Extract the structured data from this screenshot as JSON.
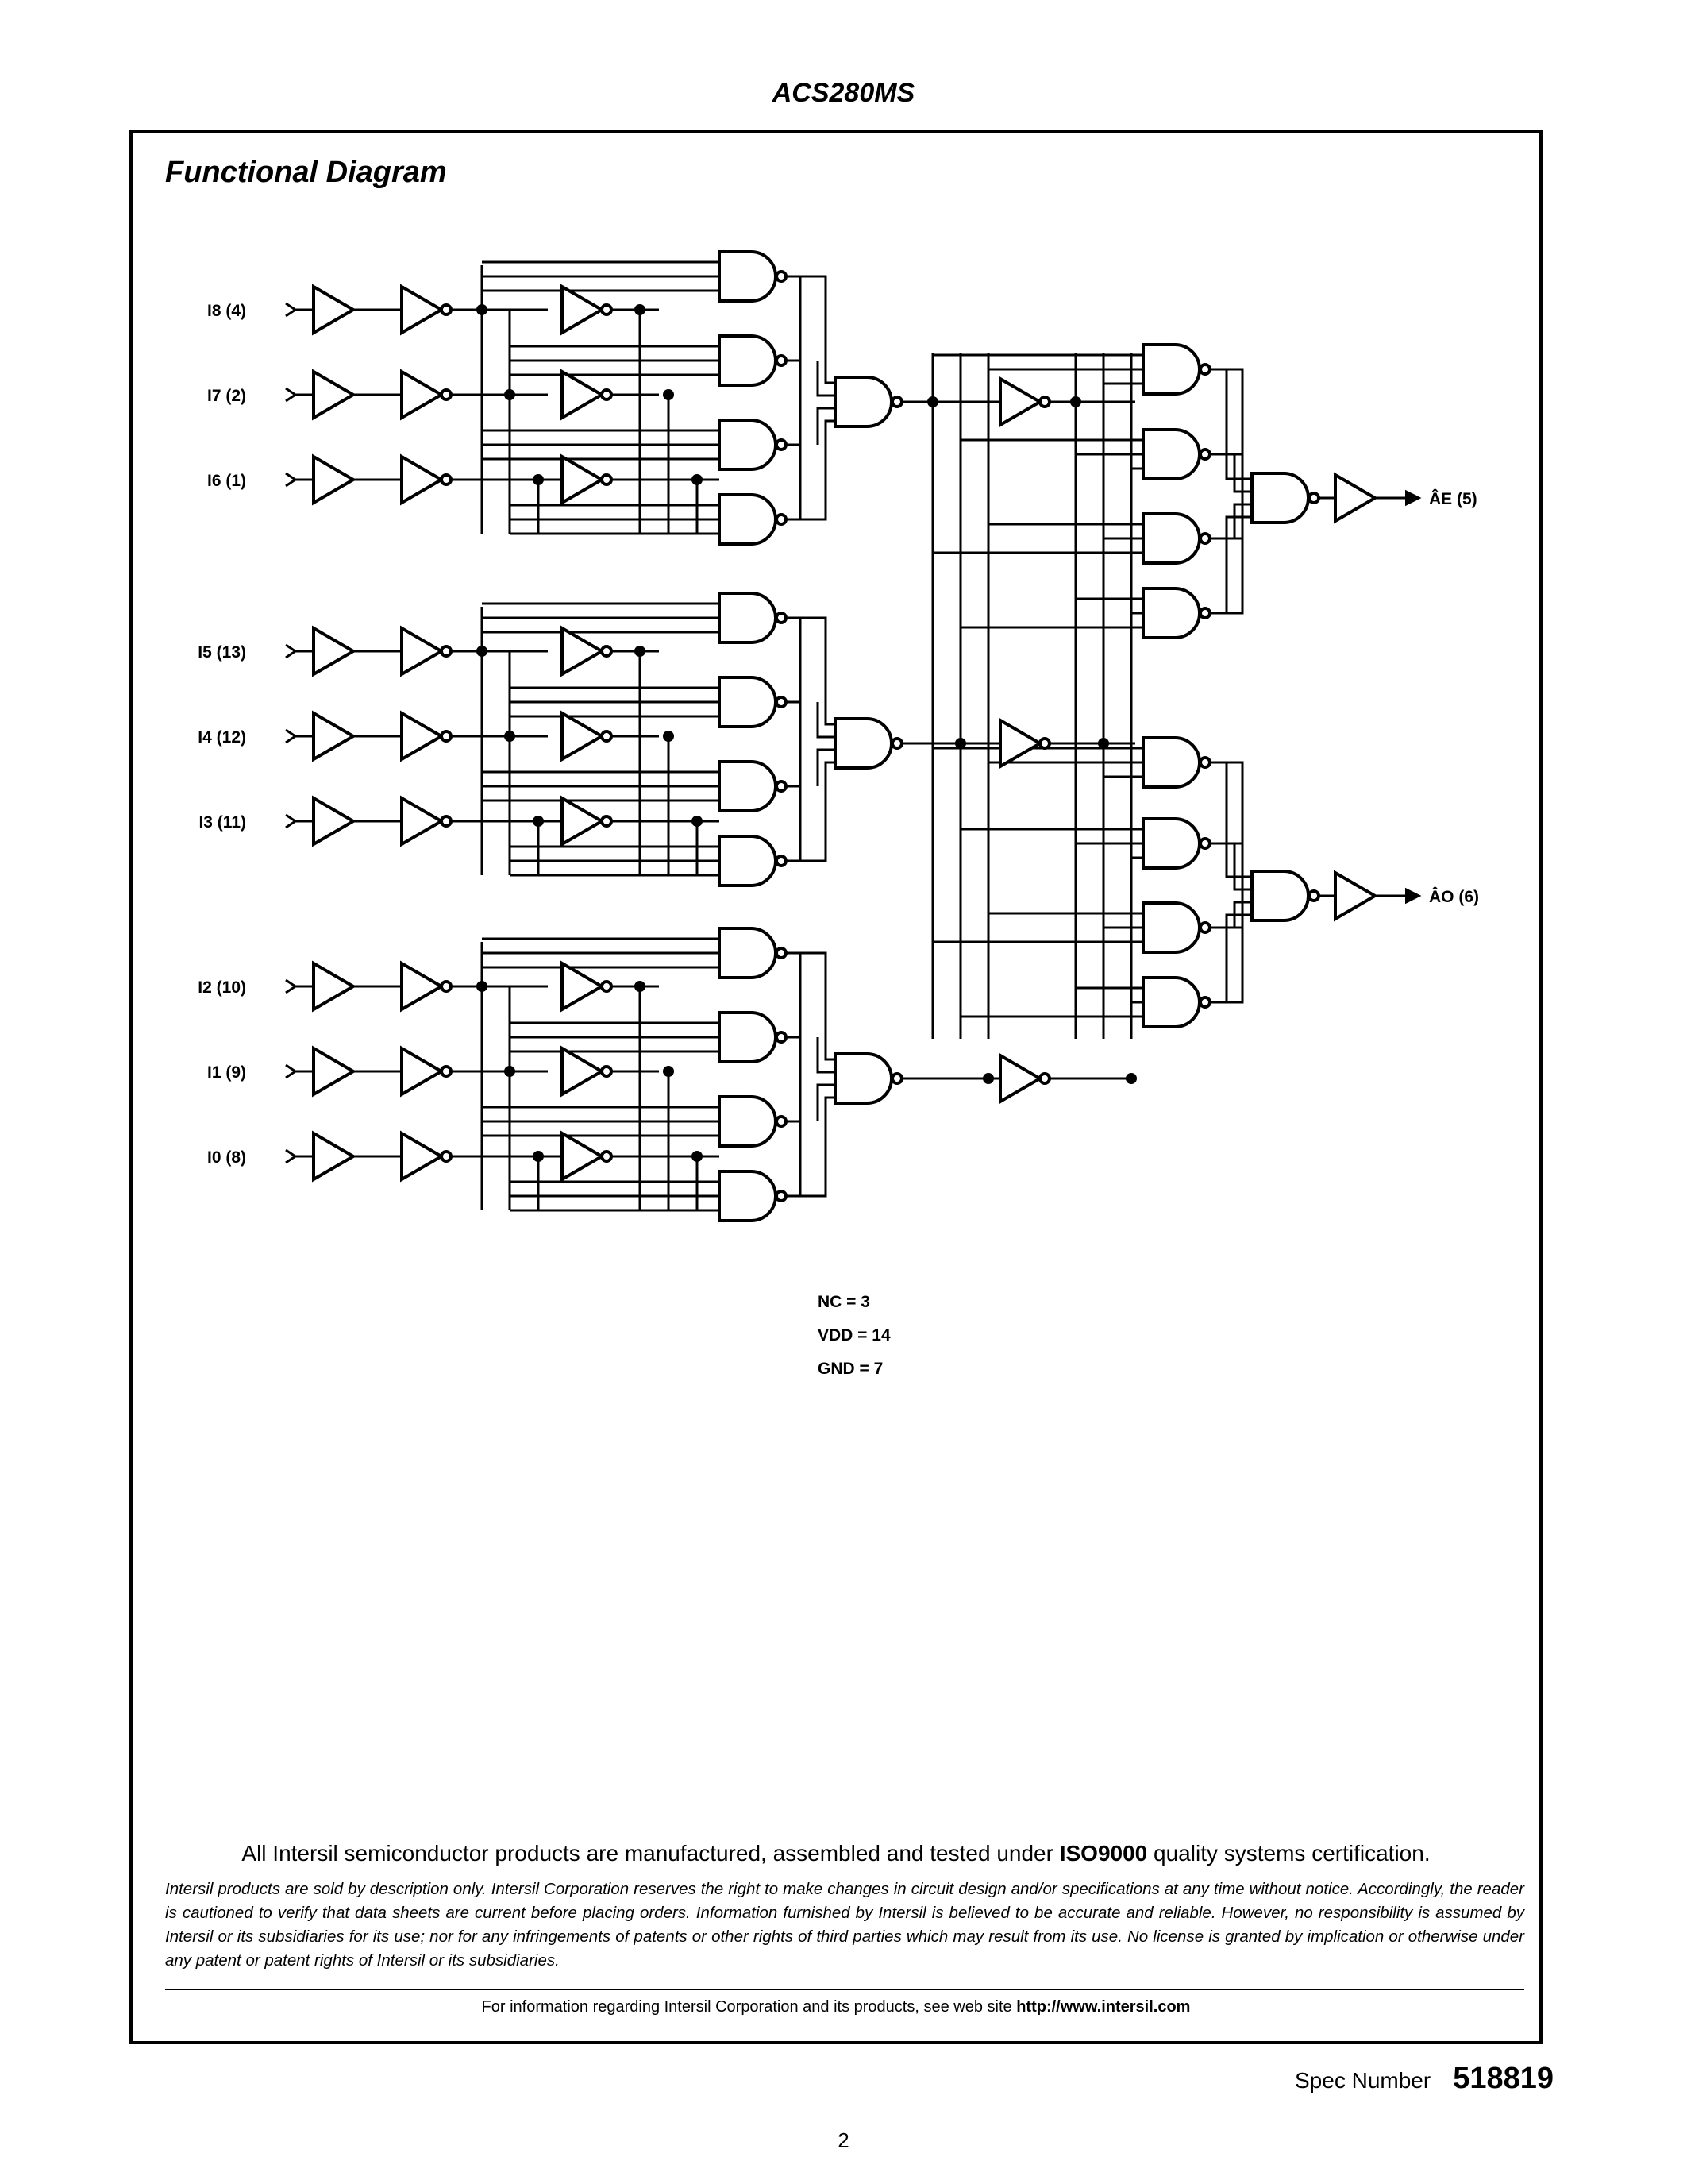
{
  "header": {
    "title": "ACS280MS"
  },
  "section_title": "Functional Diagram",
  "inputs": [
    {
      "label": "I8 (4)"
    },
    {
      "label": "I7 (2)"
    },
    {
      "label": "I6 (1)"
    },
    {
      "label": "I5 (13)"
    },
    {
      "label": "I4 (12)"
    },
    {
      "label": "I3 (11)"
    },
    {
      "label": "I2 (10)"
    },
    {
      "label": "I1 (9)"
    },
    {
      "label": "I0 (8)"
    }
  ],
  "outputs": [
    {
      "label": "ÂE (5)"
    },
    {
      "label": "ÂO (6)"
    }
  ],
  "pins": [
    {
      "text": "NC = 3"
    },
    {
      "text": "VDD = 14"
    },
    {
      "text": "GND = 7"
    }
  ],
  "footer": {
    "iso_prefix": "All Intersil semiconductor products are manufactured, assembled and tested under ",
    "iso_bold": "ISO9000",
    "iso_suffix": " quality systems certification.",
    "disclaimer": "Intersil products are sold by description only. Intersil Corporation reserves the right to make changes in circuit design and/or specifications at any time without notice. Accordingly, the reader is cautioned to verify that data sheets are current before placing orders. Information furnished by Intersil is believed to be accurate and reliable. However, no responsibility is assumed by Intersil or its subsidiaries for its use; nor for any infringements of patents or other rights of third parties which may result from its use. No license is granted by implication or otherwise under any patent or patent rights of Intersil or its subsidiaries.",
    "web_prefix": "For information regarding Intersil Corporation and its products, see web site  ",
    "web_url": "http://www.intersil.com"
  },
  "spec": {
    "label": "Spec Number",
    "number": "518819"
  },
  "page_number": "2"
}
